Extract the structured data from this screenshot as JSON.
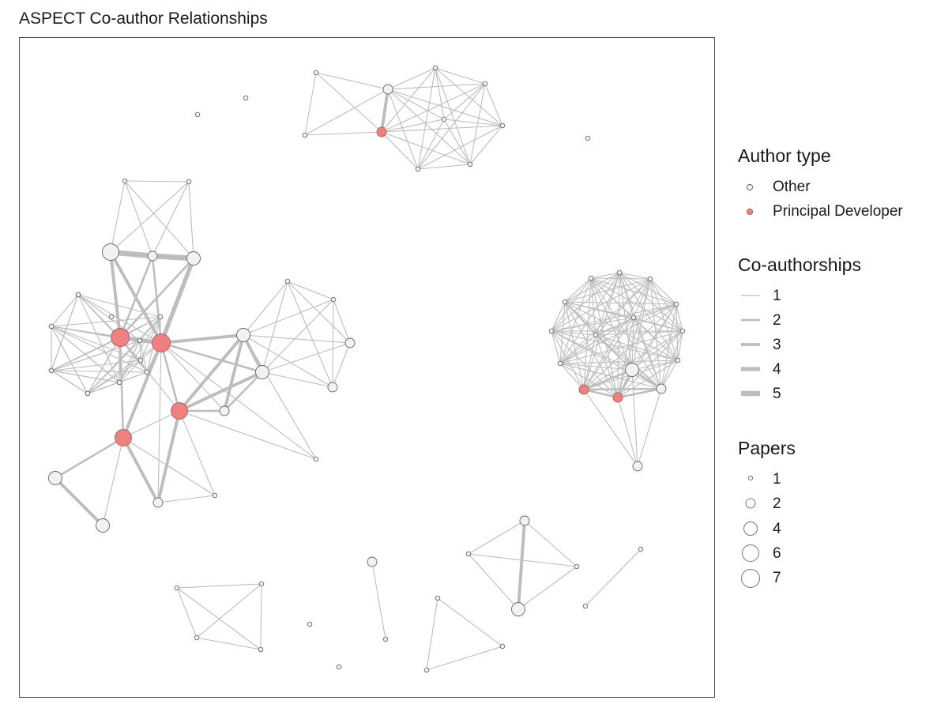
{
  "title": "ASPECT Co-author Relationships",
  "colors": {
    "edge": "#bdbdbd",
    "node_fill_other": "#f2f2f2",
    "node_fill_principal": "#ee8080",
    "node_stroke": "#666666",
    "panel_border": "#4d4d4d"
  },
  "legend": {
    "author_type": {
      "title": "Author type",
      "items": [
        {
          "label": "Other",
          "type": "other"
        },
        {
          "label": "Principal Developer",
          "type": "principal"
        }
      ]
    },
    "coauthorships": {
      "title": "Co-authorships",
      "items": [
        {
          "label": "1",
          "value": 1
        },
        {
          "label": "2",
          "value": 2
        },
        {
          "label": "3",
          "value": 3
        },
        {
          "label": "4",
          "value": 4
        },
        {
          "label": "5",
          "value": 5
        }
      ]
    },
    "papers": {
      "title": "Papers",
      "items": [
        {
          "label": "1",
          "value": 1
        },
        {
          "label": "2",
          "value": 2
        },
        {
          "label": "4",
          "value": 4
        },
        {
          "label": "6",
          "value": 6
        },
        {
          "label": "7",
          "value": 7
        }
      ]
    }
  },
  "graph": {
    "node_ids": [
      "A1",
      "A2",
      "A3",
      "A4",
      "A5",
      "A6",
      "A7",
      "A8",
      "A9",
      "A10",
      "A11",
      "A12",
      "A13",
      "A14",
      "A15",
      "A16",
      "A17",
      "A18",
      "A19",
      "A20",
      "A21",
      "A22",
      "A23",
      "A24",
      "A25",
      "A26",
      "A27",
      "A28",
      "A29",
      "A30",
      "A31",
      "A32",
      "A33",
      "A34",
      "A35",
      "A36",
      "A37",
      "A38",
      "A39",
      "A40",
      "A41",
      "A42",
      "A43",
      "A44",
      "A45",
      "A46",
      "A47",
      "A48",
      "A49",
      "A50",
      "A51",
      "A52",
      "A53",
      "A54",
      "A55",
      "A56",
      "A57",
      "A58",
      "A59",
      "A60",
      "A61",
      "A62",
      "A63",
      "A64",
      "A65",
      "A66",
      "A67",
      "A68",
      "A69",
      "A70",
      "A71",
      "A72",
      "A73",
      "A74",
      "A75",
      "A76",
      "A77",
      "A78",
      "A79",
      "A80",
      "A81",
      "A82",
      "A83",
      "A84",
      "A85",
      "A86"
    ],
    "node_types": {
      "A1": "other",
      "A2": "other",
      "A3": "other",
      "A4": "other",
      "A5": "other",
      "A6": "other",
      "A7": "other",
      "A8": "principal",
      "A9": "other",
      "A10": "other",
      "A11": "other",
      "A12": "other",
      "A13": "other",
      "A14": "other",
      "A15": "other",
      "A16": "other",
      "A17": "other",
      "A18": "other",
      "A19": "other",
      "A20": "other",
      "A21": "other",
      "A22": "other",
      "A23": "other",
      "A24": "other",
      "A25": "principal",
      "A26": "principal",
      "A27": "other",
      "A28": "other",
      "A29": "other",
      "A30": "other",
      "A31": "other",
      "A32": "other",
      "A33": "other",
      "A34": "other",
      "A35": "other",
      "A36": "other",
      "A37": "other",
      "A38": "other",
      "A39": "other",
      "A40": "other",
      "A41": "other",
      "A42": "principal",
      "A43": "principal",
      "A44": "other",
      "A45": "other",
      "A46": "other",
      "A47": "other",
      "A48": "other",
      "A49": "other",
      "A50": "other",
      "A51": "other",
      "A52": "other",
      "A53": "other",
      "A54": "other",
      "A55": "principal",
      "A56": "principal",
      "A57": "other",
      "A58": "other",
      "A59": "other",
      "A60": "other",
      "A61": "other",
      "A62": "other",
      "A63": "other",
      "A64": "other",
      "A65": "other",
      "A66": "other",
      "A67": "other",
      "A68": "other",
      "A69": "other",
      "A70": "other",
      "A71": "other",
      "A72": "other",
      "A73": "other",
      "A74": "other",
      "A75": "other",
      "A76": "other",
      "A77": "other",
      "A78": "other",
      "A79": "other",
      "A80": "other",
      "A81": "other",
      "A82": "other",
      "A83": "other",
      "A84": "other",
      "A85": "other",
      "A86": "other"
    },
    "node_papers": {
      "A1": 1,
      "A2": 1,
      "A3": 1,
      "A4": 1,
      "A5": 1,
      "A6": 2,
      "A7": 1,
      "A8": 2,
      "A9": 1,
      "A10": 1,
      "A11": 1,
      "A12": 1,
      "A13": 1,
      "A14": 1,
      "A15": 1,
      "A16": 1,
      "A17": 1,
      "A18": 1,
      "A19": 6,
      "A20": 2,
      "A21": 4,
      "A22": 1,
      "A23": 1,
      "A24": 1,
      "A25": 7,
      "A26": 7,
      "A27": 1,
      "A28": 1,
      "A29": 1,
      "A30": 1,
      "A31": 4,
      "A32": 4,
      "A33": 1,
      "A34": 1,
      "A35": 2,
      "A36": 4,
      "A37": 4,
      "A38": 2,
      "A39": 1,
      "A40": 2,
      "A41": 1,
      "A42": 6,
      "A43": 6,
      "A44": 2,
      "A45": 1,
      "A46": 1,
      "A47": 1,
      "A48": 1,
      "A49": 1,
      "A50": 1,
      "A51": 1,
      "A52": 1,
      "A53": 1,
      "A54": 1,
      "A55": 2,
      "A56": 2,
      "A57": 1,
      "A58": 1,
      "A59": 1,
      "A60": 1,
      "A61": 1,
      "A62": 1,
      "A63": 4,
      "A64": 2,
      "A65": 2,
      "A66": 2,
      "A67": 1,
      "A68": 4,
      "A69": 1,
      "A70": 4,
      "A71": 2,
      "A72": 1,
      "A73": 1,
      "A74": 1,
      "A75": 1,
      "A76": 1,
      "A77": 1,
      "A78": 1,
      "A79": 1,
      "A80": 1,
      "A81": 1,
      "A82": 1,
      "A83": 1,
      "A84": 1,
      "A85": 1,
      "A86": 1
    },
    "edges": [
      [
        "A1",
        "A6",
        1
      ],
      [
        "A1",
        "A8",
        1
      ],
      [
        "A1",
        "A9",
        1
      ],
      [
        "A1",
        "A3",
        1
      ],
      [
        "A6",
        "A8",
        3
      ],
      [
        "A6",
        "A2",
        1
      ],
      [
        "A6",
        "A3",
        1
      ],
      [
        "A6",
        "A5",
        1
      ],
      [
        "A6",
        "A4",
        1
      ],
      [
        "A6",
        "A10",
        1
      ],
      [
        "A6",
        "A11",
        1
      ],
      [
        "A6",
        "A9",
        1
      ],
      [
        "A6",
        "A7",
        1
      ],
      [
        "A2",
        "A3",
        1
      ],
      [
        "A2",
        "A4",
        1
      ],
      [
        "A2",
        "A5",
        1
      ],
      [
        "A2",
        "A7",
        1
      ],
      [
        "A2",
        "A9",
        1
      ],
      [
        "A2",
        "A10",
        1
      ],
      [
        "A2",
        "A11",
        1
      ],
      [
        "A2",
        "A8",
        1
      ],
      [
        "A3",
        "A4",
        1
      ],
      [
        "A3",
        "A5",
        1
      ],
      [
        "A3",
        "A7",
        1
      ],
      [
        "A3",
        "A9",
        1
      ],
      [
        "A3",
        "A10",
        1
      ],
      [
        "A3",
        "A11",
        1
      ],
      [
        "A4",
        "A5",
        1
      ],
      [
        "A4",
        "A7",
        1
      ],
      [
        "A4",
        "A9",
        1
      ],
      [
        "A4",
        "A10",
        1
      ],
      [
        "A4",
        "A11",
        1
      ],
      [
        "A5",
        "A7",
        1
      ],
      [
        "A5",
        "A9",
        1
      ],
      [
        "A5",
        "A10",
        1
      ],
      [
        "A5",
        "A11",
        1
      ],
      [
        "A7",
        "A9",
        1
      ],
      [
        "A7",
        "A10",
        1
      ],
      [
        "A7",
        "A11",
        1
      ],
      [
        "A9",
        "A10",
        1
      ],
      [
        "A9",
        "A11",
        1
      ],
      [
        "A10",
        "A11",
        1
      ],
      [
        "A8",
        "A9",
        1
      ],
      [
        "A8",
        "A10",
        1
      ],
      [
        "A8",
        "A11",
        1
      ],
      [
        "A8",
        "A4",
        1
      ],
      [
        "A17",
        "A18",
        1
      ],
      [
        "A17",
        "A19",
        1
      ],
      [
        "A17",
        "A20",
        1
      ],
      [
        "A17",
        "A21",
        1
      ],
      [
        "A18",
        "A19",
        1
      ],
      [
        "A18",
        "A20",
        1
      ],
      [
        "A18",
        "A21",
        1
      ],
      [
        "A19",
        "A20",
        5
      ],
      [
        "A20",
        "A21",
        5
      ],
      [
        "A19",
        "A21",
        1
      ],
      [
        "A19",
        "A25",
        3
      ],
      [
        "A19",
        "A26",
        3
      ],
      [
        "A20",
        "A25",
        2
      ],
      [
        "A20",
        "A26",
        2
      ],
      [
        "A21",
        "A25",
        2
      ],
      [
        "A21",
        "A26",
        4
      ],
      [
        "A22",
        "A23",
        1
      ],
      [
        "A22",
        "A24",
        1
      ],
      [
        "A22",
        "A25",
        1
      ],
      [
        "A22",
        "A27",
        1
      ],
      [
        "A22",
        "A28",
        1
      ],
      [
        "A22",
        "A29",
        1
      ],
      [
        "A23",
        "A24",
        1
      ],
      [
        "A23",
        "A25",
        1
      ],
      [
        "A23",
        "A28",
        1
      ],
      [
        "A23",
        "A29",
        1
      ],
      [
        "A24",
        "A27",
        1
      ],
      [
        "A24",
        "A28",
        1
      ],
      [
        "A24",
        "A29",
        1
      ],
      [
        "A24",
        "A25",
        1
      ],
      [
        "A27",
        "A25",
        1
      ],
      [
        "A27",
        "A28",
        1
      ],
      [
        "A27",
        "A29",
        1
      ],
      [
        "A28",
        "A25",
        1
      ],
      [
        "A28",
        "A29",
        1
      ],
      [
        "A29",
        "A25",
        1
      ],
      [
        "A25",
        "A26",
        4
      ],
      [
        "A25",
        "A42",
        2
      ],
      [
        "A25",
        "A43",
        1
      ],
      [
        "A26",
        "A42",
        3
      ],
      [
        "A26",
        "A43",
        2
      ],
      [
        "A26",
        "A31",
        3
      ],
      [
        "A26",
        "A32",
        2
      ],
      [
        "A26",
        "A39",
        1
      ],
      [
        "A26",
        "A40",
        1
      ],
      [
        "A26",
        "A44",
        1
      ],
      [
        "A31",
        "A32",
        3
      ],
      [
        "A31",
        "A40",
        3
      ],
      [
        "A31",
        "A43",
        3
      ],
      [
        "A31",
        "A33",
        1
      ],
      [
        "A31",
        "A34",
        1
      ],
      [
        "A31",
        "A35",
        1
      ],
      [
        "A31",
        "A38",
        1
      ],
      [
        "A31",
        "A39",
        1
      ],
      [
        "A32",
        "A40",
        2
      ],
      [
        "A32",
        "A43",
        3
      ],
      [
        "A32",
        "A33",
        1
      ],
      [
        "A32",
        "A34",
        1
      ],
      [
        "A32",
        "A35",
        1
      ],
      [
        "A32",
        "A38",
        1
      ],
      [
        "A33",
        "A34",
        1
      ],
      [
        "A33",
        "A35",
        1
      ],
      [
        "A33",
        "A38",
        1
      ],
      [
        "A34",
        "A35",
        1
      ],
      [
        "A34",
        "A38",
        1
      ],
      [
        "A35",
        "A38",
        1
      ],
      [
        "A43",
        "A40",
        2
      ],
      [
        "A43",
        "A42",
        1
      ],
      [
        "A43",
        "A44",
        3
      ],
      [
        "A43",
        "A45",
        1
      ],
      [
        "A43",
        "A39",
        1
      ],
      [
        "A42",
        "A44",
        3
      ],
      [
        "A42",
        "A45",
        1
      ],
      [
        "A42",
        "A36",
        2
      ],
      [
        "A42",
        "A37",
        1
      ],
      [
        "A36",
        "A37",
        3
      ],
      [
        "A44",
        "A45",
        1
      ],
      [
        "A50",
        "A51",
        1
      ],
      [
        "A50",
        "A52",
        1
      ],
      [
        "A50",
        "A53",
        1
      ],
      [
        "A50",
        "A54",
        1
      ],
      [
        "A50",
        "A57",
        1
      ],
      [
        "A50",
        "A58",
        1
      ],
      [
        "A50",
        "A59",
        1
      ],
      [
        "A50",
        "A60",
        1
      ],
      [
        "A50",
        "A61",
        1
      ],
      [
        "A50",
        "A62",
        1
      ],
      [
        "A50",
        "A63",
        1
      ],
      [
        "A50",
        "A64",
        1
      ],
      [
        "A50",
        "A55",
        1
      ],
      [
        "A50",
        "A56",
        1
      ],
      [
        "A51",
        "A52",
        1
      ],
      [
        "A51",
        "A53",
        1
      ],
      [
        "A51",
        "A54",
        1
      ],
      [
        "A51",
        "A57",
        1
      ],
      [
        "A51",
        "A58",
        1
      ],
      [
        "A51",
        "A59",
        1
      ],
      [
        "A51",
        "A60",
        1
      ],
      [
        "A51",
        "A61",
        1
      ],
      [
        "A51",
        "A62",
        1
      ],
      [
        "A51",
        "A63",
        1
      ],
      [
        "A51",
        "A64",
        1
      ],
      [
        "A51",
        "A55",
        1
      ],
      [
        "A51",
        "A56",
        1
      ],
      [
        "A52",
        "A53",
        1
      ],
      [
        "A52",
        "A54",
        1
      ],
      [
        "A52",
        "A57",
        1
      ],
      [
        "A52",
        "A58",
        1
      ],
      [
        "A52",
        "A59",
        1
      ],
      [
        "A52",
        "A60",
        1
      ],
      [
        "A52",
        "A61",
        1
      ],
      [
        "A52",
        "A62",
        1
      ],
      [
        "A52",
        "A63",
        1
      ],
      [
        "A52",
        "A64",
        1
      ],
      [
        "A52",
        "A55",
        1
      ],
      [
        "A52",
        "A56",
        1
      ],
      [
        "A53",
        "A54",
        1
      ],
      [
        "A53",
        "A57",
        1
      ],
      [
        "A53",
        "A58",
        1
      ],
      [
        "A53",
        "A59",
        1
      ],
      [
        "A53",
        "A60",
        1
      ],
      [
        "A53",
        "A61",
        1
      ],
      [
        "A53",
        "A62",
        1
      ],
      [
        "A53",
        "A63",
        1
      ],
      [
        "A53",
        "A64",
        1
      ],
      [
        "A53",
        "A55",
        1
      ],
      [
        "A53",
        "A56",
        1
      ],
      [
        "A54",
        "A57",
        1
      ],
      [
        "A54",
        "A58",
        1
      ],
      [
        "A54",
        "A59",
        1
      ],
      [
        "A54",
        "A60",
        1
      ],
      [
        "A54",
        "A61",
        1
      ],
      [
        "A54",
        "A62",
        1
      ],
      [
        "A54",
        "A63",
        1
      ],
      [
        "A54",
        "A64",
        1
      ],
      [
        "A54",
        "A55",
        1
      ],
      [
        "A54",
        "A56",
        1
      ],
      [
        "A57",
        "A58",
        1
      ],
      [
        "A57",
        "A59",
        1
      ],
      [
        "A57",
        "A60",
        1
      ],
      [
        "A57",
        "A61",
        1
      ],
      [
        "A57",
        "A62",
        1
      ],
      [
        "A57",
        "A63",
        1
      ],
      [
        "A57",
        "A64",
        1
      ],
      [
        "A57",
        "A55",
        1
      ],
      [
        "A57",
        "A56",
        1
      ],
      [
        "A58",
        "A59",
        1
      ],
      [
        "A58",
        "A60",
        1
      ],
      [
        "A58",
        "A61",
        1
      ],
      [
        "A58",
        "A62",
        1
      ],
      [
        "A58",
        "A63",
        1
      ],
      [
        "A58",
        "A64",
        1
      ],
      [
        "A58",
        "A55",
        1
      ],
      [
        "A58",
        "A56",
        1
      ],
      [
        "A59",
        "A60",
        1
      ],
      [
        "A59",
        "A61",
        1
      ],
      [
        "A59",
        "A62",
        1
      ],
      [
        "A59",
        "A63",
        1
      ],
      [
        "A59",
        "A64",
        1
      ],
      [
        "A59",
        "A55",
        1
      ],
      [
        "A59",
        "A56",
        1
      ],
      [
        "A60",
        "A61",
        1
      ],
      [
        "A60",
        "A62",
        1
      ],
      [
        "A60",
        "A63",
        1
      ],
      [
        "A60",
        "A64",
        1
      ],
      [
        "A60",
        "A55",
        1
      ],
      [
        "A60",
        "A56",
        1
      ],
      [
        "A61",
        "A62",
        1
      ],
      [
        "A61",
        "A63",
        1
      ],
      [
        "A61",
        "A64",
        1
      ],
      [
        "A61",
        "A55",
        1
      ],
      [
        "A61",
        "A56",
        1
      ],
      [
        "A62",
        "A63",
        1
      ],
      [
        "A62",
        "A64",
        1
      ],
      [
        "A62",
        "A55",
        1
      ],
      [
        "A62",
        "A56",
        1
      ],
      [
        "A63",
        "A64",
        2
      ],
      [
        "A63",
        "A55",
        2
      ],
      [
        "A63",
        "A56",
        2
      ],
      [
        "A64",
        "A55",
        2
      ],
      [
        "A64",
        "A56",
        2
      ],
      [
        "A55",
        "A56",
        2
      ],
      [
        "A65",
        "A55",
        1
      ],
      [
        "A65",
        "A56",
        1
      ],
      [
        "A65",
        "A63",
        1
      ],
      [
        "A65",
        "A64",
        1
      ],
      [
        "A66",
        "A67",
        1
      ],
      [
        "A66",
        "A68",
        3
      ],
      [
        "A66",
        "A69",
        1
      ],
      [
        "A67",
        "A68",
        1
      ],
      [
        "A67",
        "A69",
        1
      ],
      [
        "A68",
        "A69",
        1
      ],
      [
        "A71",
        "A72",
        1
      ],
      [
        "A74",
        "A75",
        1
      ],
      [
        "A76",
        "A77",
        1
      ],
      [
        "A76",
        "A78",
        1
      ],
      [
        "A77",
        "A78",
        1
      ],
      [
        "A79",
        "A80",
        1
      ],
      [
        "A79",
        "A81",
        1
      ],
      [
        "A79",
        "A82",
        1
      ],
      [
        "A80",
        "A81",
        1
      ],
      [
        "A80",
        "A82",
        1
      ],
      [
        "A81",
        "A82",
        1
      ]
    ]
  }
}
